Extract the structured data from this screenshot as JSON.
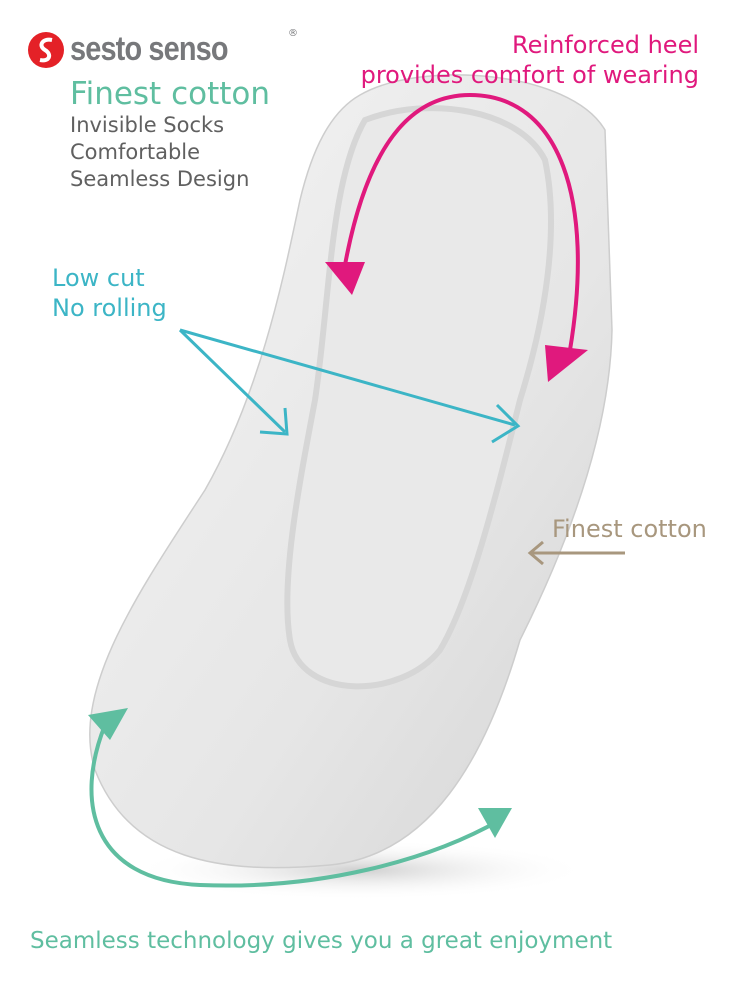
{
  "brand": {
    "name": "sesto senso",
    "registered": "®"
  },
  "features": {
    "headline": "Finest cotton",
    "items": [
      "Invisible Socks",
      "Comfortable",
      "Seamless Design"
    ]
  },
  "callouts": {
    "heel": [
      "Reinforced heel",
      "provides comfort of wearing"
    ],
    "low_cut": [
      "Low cut",
      "No rolling"
    ],
    "cotton": "Finest cotton",
    "seamless": "Seamless technology gives you a great enjoyment"
  },
  "colors": {
    "teal": "#5fbea0",
    "cyan": "#3cb5c6",
    "magenta": "#e0197d",
    "tan": "#a8977e",
    "logo_red": "#e42127",
    "logo_gray": "#77787b"
  }
}
